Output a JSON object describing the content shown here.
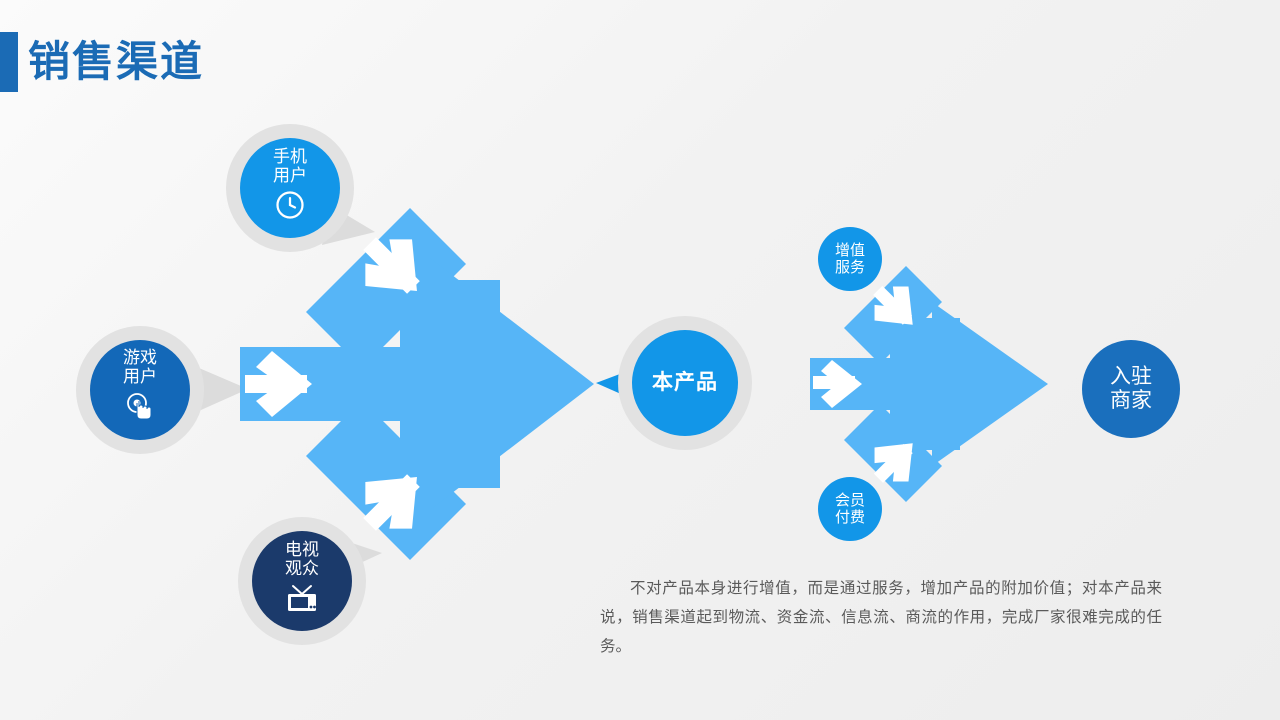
{
  "slide": {
    "title": "销售渠道",
    "accent_color": "#1b6bb5",
    "background": "#f2f2f2"
  },
  "colors": {
    "arrow_blue": "#56b5f7",
    "bright_blue": "#1296e8",
    "mid_blue": "#1368b8",
    "merchant_blue": "#1a6fbd",
    "navy": "#1b3a6b",
    "ring_gray": "#e2e2e2",
    "text_gray": "#5a5a5a"
  },
  "nodes": {
    "mobile": {
      "label": "手机\n用户",
      "icon": "clock-icon",
      "color": "#1296e8"
    },
    "game": {
      "label": "游戏\n用户",
      "icon": "touch-hand-icon",
      "color": "#1368b8"
    },
    "tv": {
      "label": "电视\n观众",
      "icon": "television-icon",
      "color": "#1b3a6b"
    },
    "product": {
      "label": "本产品",
      "color": "#1296e8"
    },
    "vas": {
      "label": "增值\n服务",
      "color": "#1296e8"
    },
    "member": {
      "label": "会员\n付费",
      "color": "#1296e8"
    },
    "merchant": {
      "label": "入驻\n商家",
      "color": "#1a6fbd"
    }
  },
  "arrows": {
    "left_merge": {
      "name": "three-way-merge-arrow-left",
      "direction": "right",
      "inputs": 3
    },
    "right_merge": {
      "name": "three-way-merge-arrow-right",
      "direction": "right",
      "inputs": 3
    }
  },
  "body": {
    "paragraph": "不对产品本身进行增值，而是通过服务，增加产品的附加价值；对本产品来说，销售渠道起到物流、资金流、信息流、商流的作用，完成厂家很难完成的任务。"
  }
}
